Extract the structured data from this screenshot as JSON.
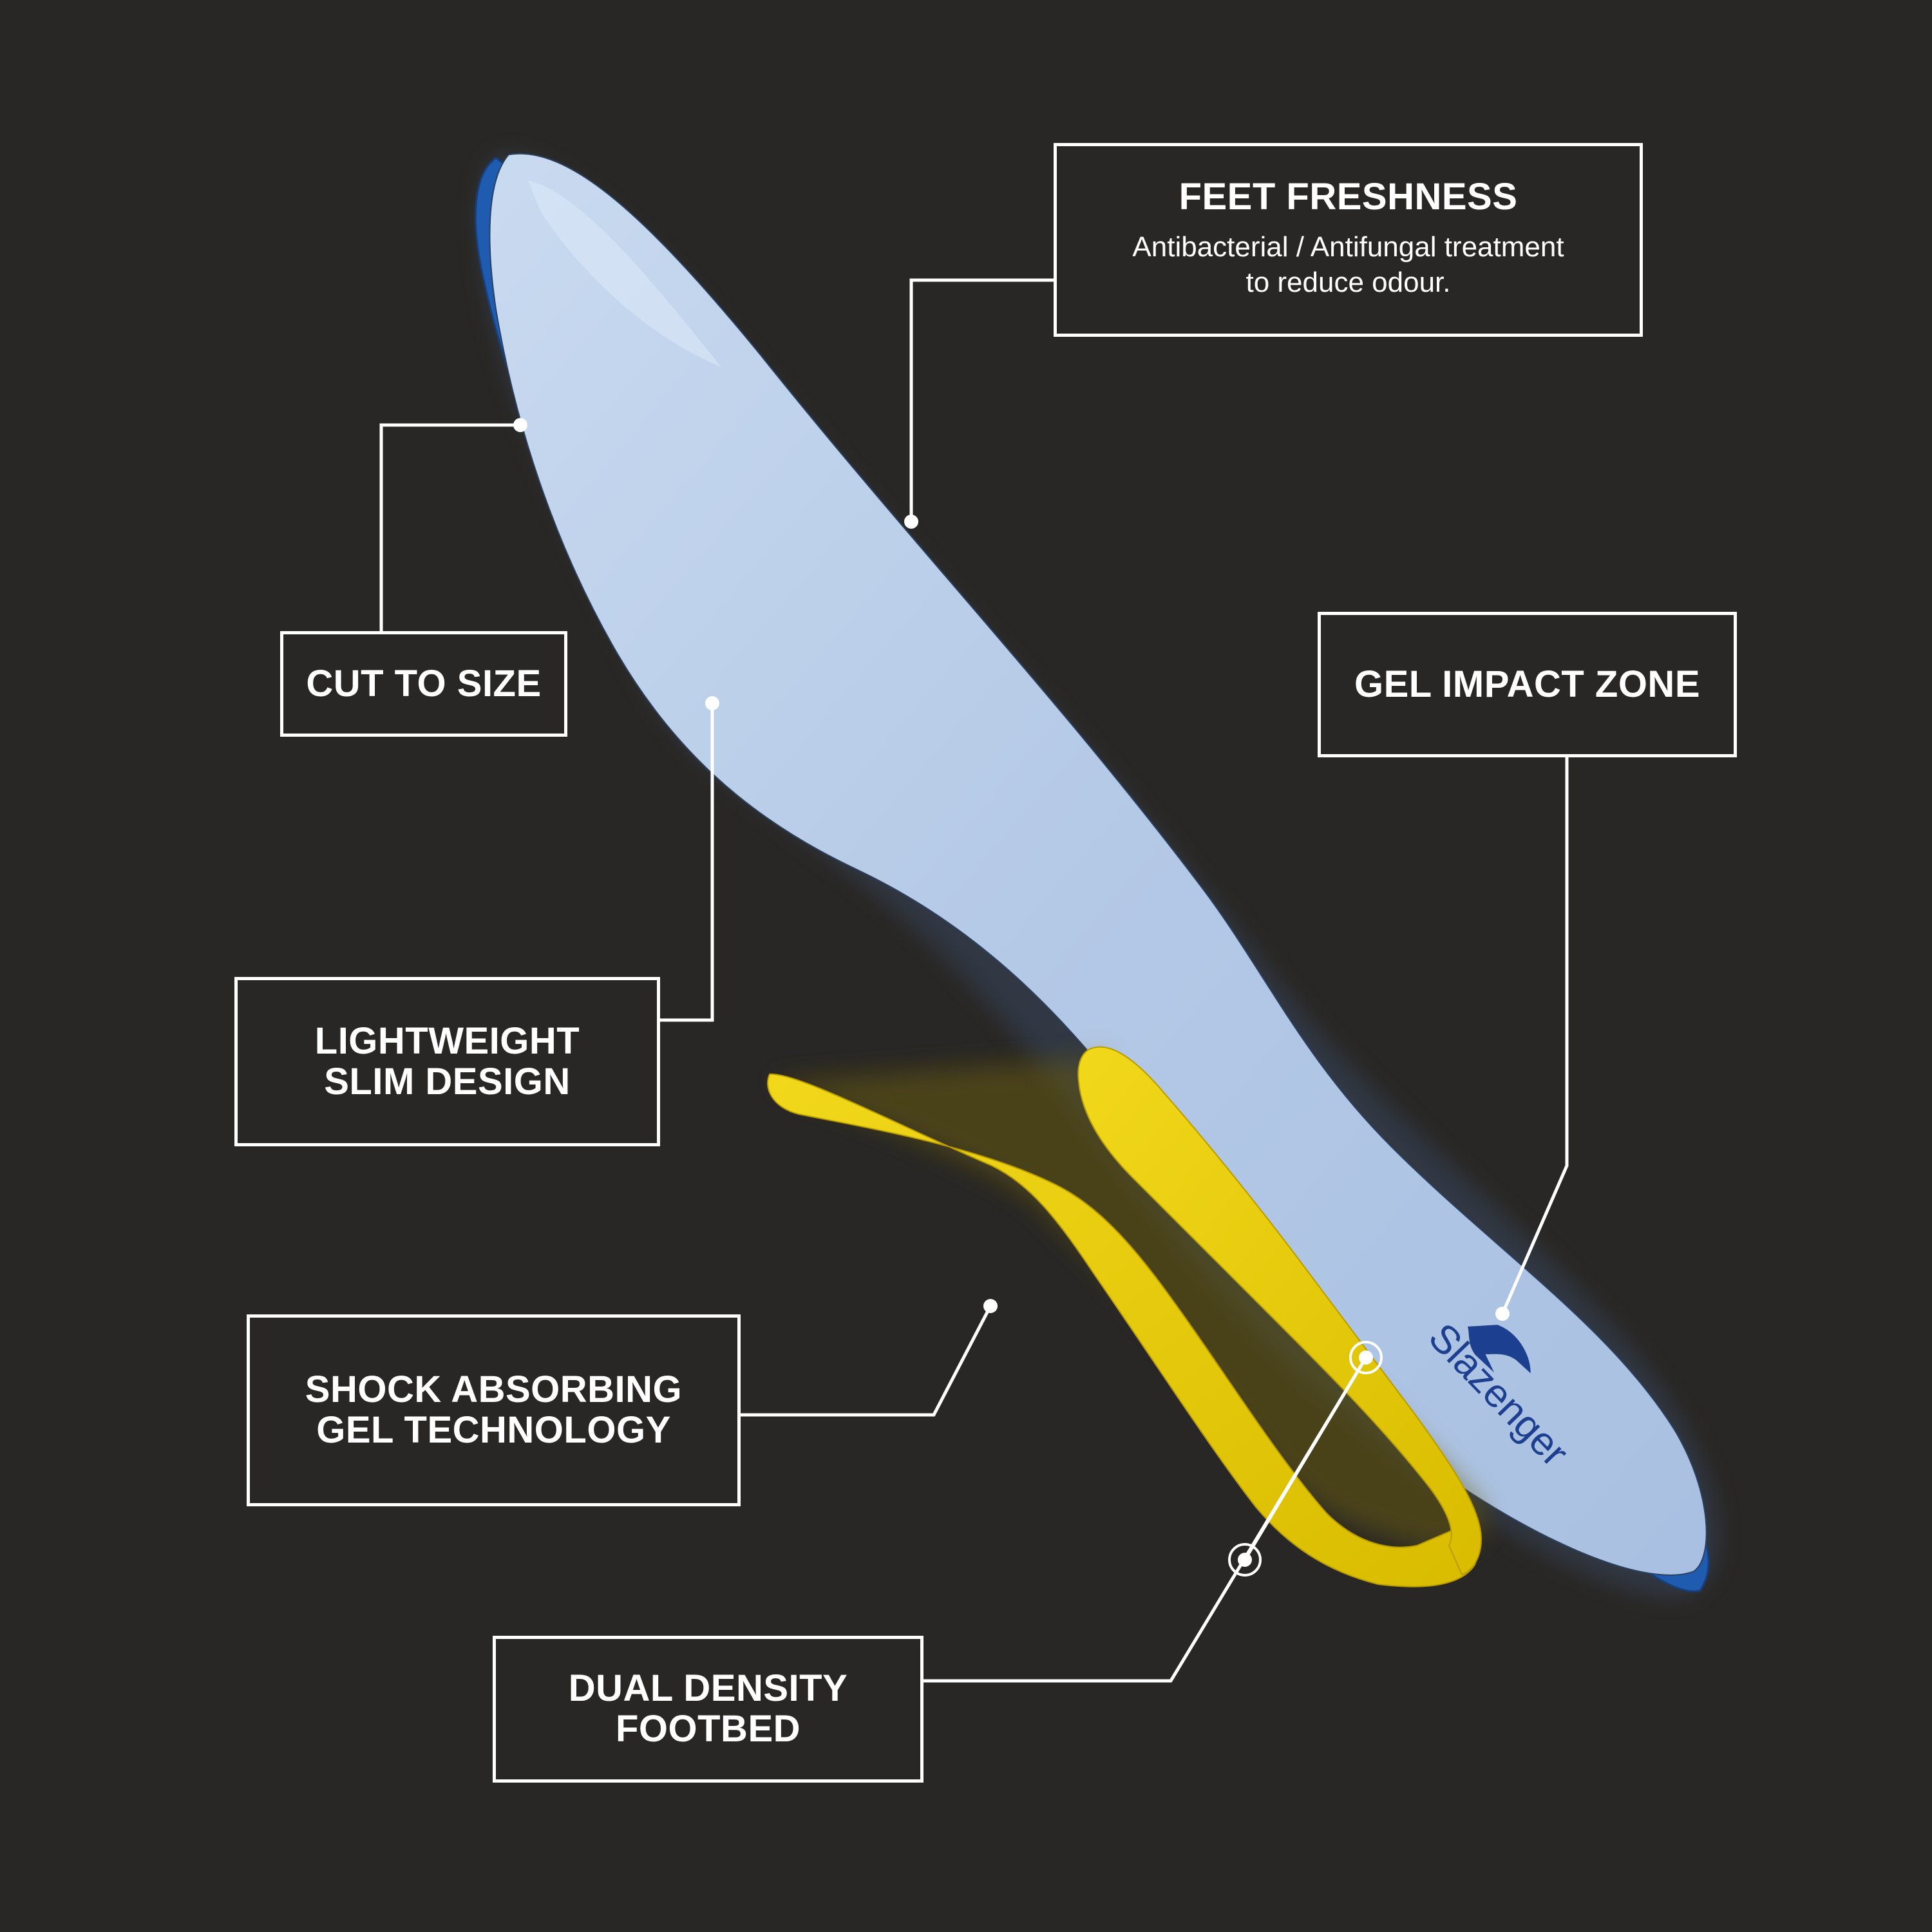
{
  "colors": {
    "background": "#292725",
    "insole_top": "#b7cce8",
    "insole_edge": "#1f5cb0",
    "gel_insert": "#e6c800",
    "callout_border": "#ffffff",
    "brand_text": "#1d3f8f"
  },
  "brand": {
    "name": "Slazenger",
    "logo_icon": "leaping-panther-icon"
  },
  "callouts": {
    "feet_freshness": {
      "title": "FEET FRESHNESS",
      "description_line1": "Antibacterial / Antifungal treatment",
      "description_line2": "to reduce odour."
    },
    "cut_to_size": {
      "title": "CUT TO SIZE"
    },
    "gel_impact_zone": {
      "title": "GEL IMPACT ZONE"
    },
    "lightweight": {
      "line1": "LIGHTWEIGHT",
      "line2": "SLIM DESIGN"
    },
    "shock_absorbing": {
      "line1": "SHOCK ABSORBING",
      "line2": "GEL TECHNOLOGY"
    },
    "dual_density": {
      "line1": "DUAL DENSITY",
      "line2": "FOOTBED"
    }
  }
}
